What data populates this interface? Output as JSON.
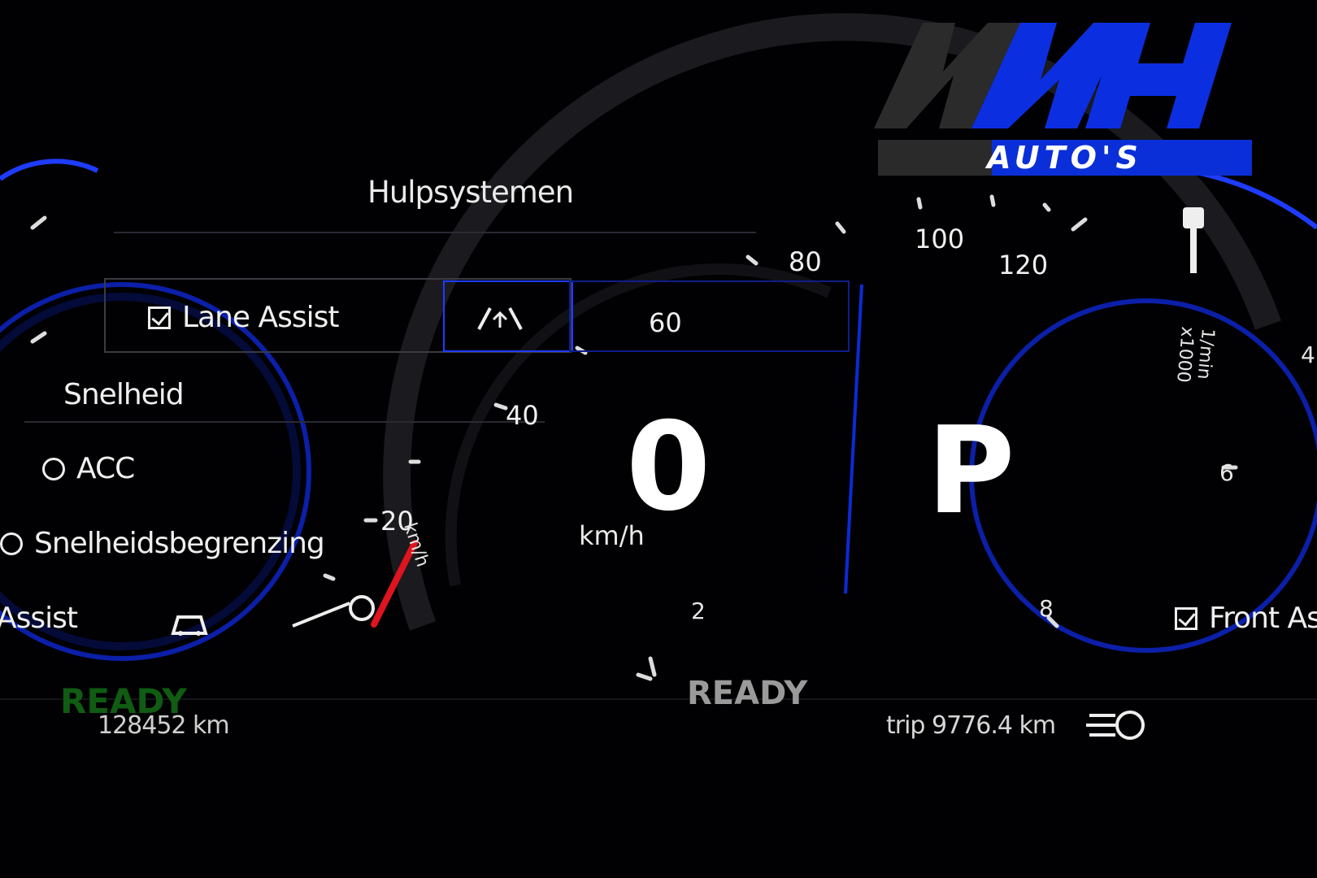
{
  "logo": {
    "letters": "MVH",
    "subtitle": "AUTO'S"
  },
  "menu": {
    "title": "Hulpsystemen",
    "items": [
      {
        "label": "Lane Assist",
        "control": "checkbox",
        "checked": true,
        "selected": true
      },
      {
        "label": "Snelheid",
        "control": "none"
      },
      {
        "label": "ACC",
        "control": "radio"
      },
      {
        "label": "Snelheidsbegrenzing",
        "control": "radio"
      },
      {
        "label": "Front Assist",
        "control": "checkbox",
        "checked": true
      }
    ],
    "partial_left_label": "Assist"
  },
  "speedometer": {
    "value": "0",
    "unit": "km/h",
    "tick_labels": [
      "20",
      "40",
      "60",
      "80",
      "100",
      "120"
    ],
    "unit_arc_label": "km/h"
  },
  "tachometer": {
    "tick_labels": [
      "2",
      "4",
      "6",
      "8"
    ],
    "arc_label": "1/min x1000"
  },
  "gear": {
    "value": "P"
  },
  "status": {
    "ready": "READY",
    "ready_green": "READY"
  },
  "odometer": {
    "total": "128452 km",
    "trip": "trip 9776.4 km"
  },
  "colors": {
    "accent_blue": "#1e3cff",
    "needle_red": "#e0141e",
    "ready_green": "#0f5c12"
  }
}
